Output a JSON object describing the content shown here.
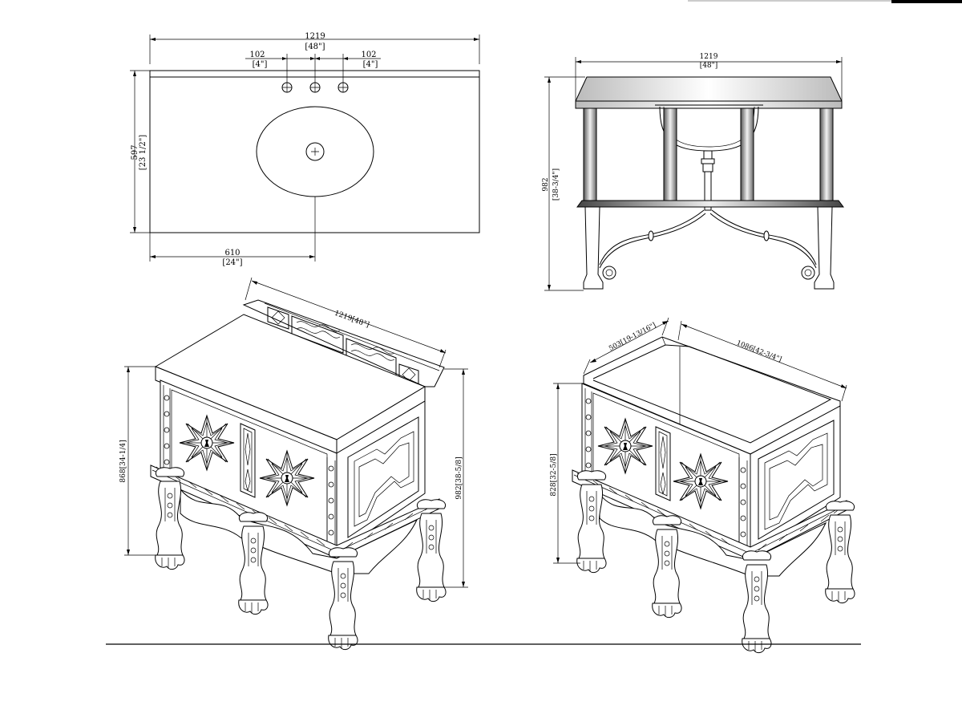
{
  "top_view": {
    "width_mm": "1219",
    "width_in": "[48\"]",
    "hole_left_mm": "102",
    "hole_left_in": "[4\"]",
    "hole_right_mm": "102",
    "hole_right_in": "[4\"]",
    "depth_mm": "597",
    "depth_in": "[23 1/2\"]",
    "center_mm": "610",
    "center_in": "[24\"]"
  },
  "front_view": {
    "width_mm": "1219",
    "width_in": "[48\"]",
    "height_mm": "982",
    "height_in": "[38-3/4\"]"
  },
  "iso_with_top": {
    "width": "1219[48\"]",
    "height_left": "868[34-1/4]",
    "height_right": "982[38-5/8]"
  },
  "iso_without_top": {
    "depth": "503[19-13/16\"]",
    "width": "1086[42-3/4\"]",
    "height": "828[32-5/8]"
  },
  "colors": {
    "line": "#000000",
    "background": "#ffffff",
    "shade_dark": "#444444",
    "shade_light": "#e8e8e8"
  }
}
